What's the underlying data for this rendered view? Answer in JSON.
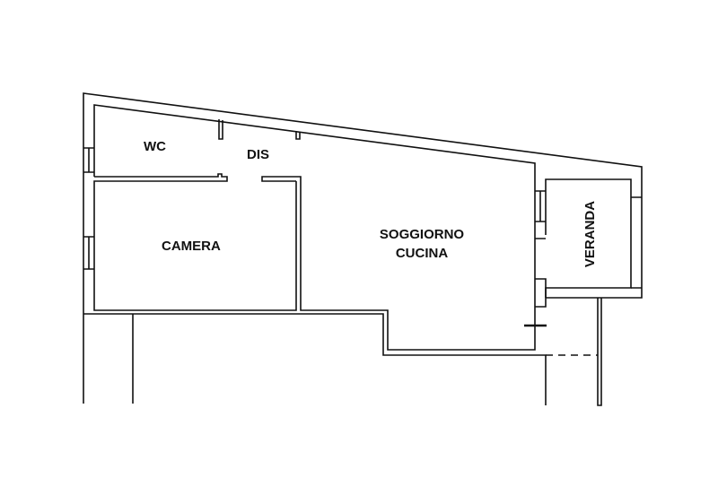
{
  "plan": {
    "rooms": {
      "wc": "WC",
      "dis": "DIS",
      "camera": "CAMERA",
      "soggiorno": "SOGGIORNO",
      "cucina": "CUCINA",
      "veranda": "VERANDA"
    },
    "colors": {
      "walls": "#111111",
      "background": "#ffffff"
    }
  }
}
